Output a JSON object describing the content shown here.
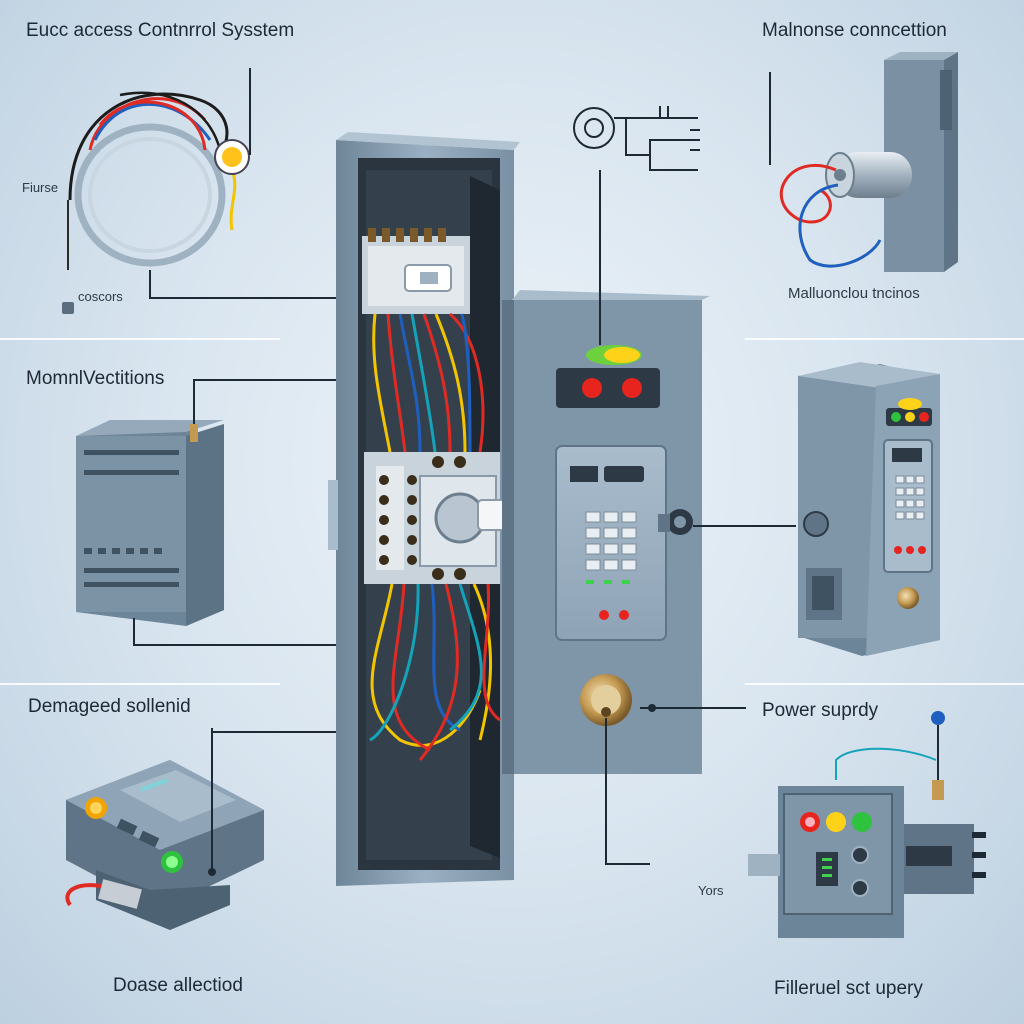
{
  "labels": {
    "title": "Eucc access Contnrrol Sysstem",
    "fiurse": "Fiurse",
    "coscors": "coscors",
    "malnonse_connection": "Malnonse conncettion",
    "malluonclou": "Malluonclou tncinos",
    "momnlvections": "MomnlVectitions",
    "damaged_solenoid": "Demageed sollenid",
    "power_supply": "Power suprdy",
    "yors": "Yors",
    "doase_allectiod": "Doase allectiod",
    "filleruel": "Filleruel sct upery"
  },
  "colors": {
    "panel": "#8fa3b5",
    "panel_dark": "#5f7587",
    "wire_red": "#e02b24",
    "wire_blue": "#1f5fbf",
    "wire_yellow": "#f2c500",
    "wire_teal": "#14a3b8",
    "led_green": "#39d64a",
    "led_red": "#e8241f",
    "led_yellow": "#ffd21a"
  },
  "icons": [
    "fuse-wire-coil-icon",
    "relay-module-icon",
    "keypad-icon",
    "door-sensor-icon",
    "lock-cylinder-icon",
    "solenoid-cylinder-icon",
    "power-supply-unit-icon",
    "rfid-reader-icon",
    "access-control-terminal-icon"
  ]
}
